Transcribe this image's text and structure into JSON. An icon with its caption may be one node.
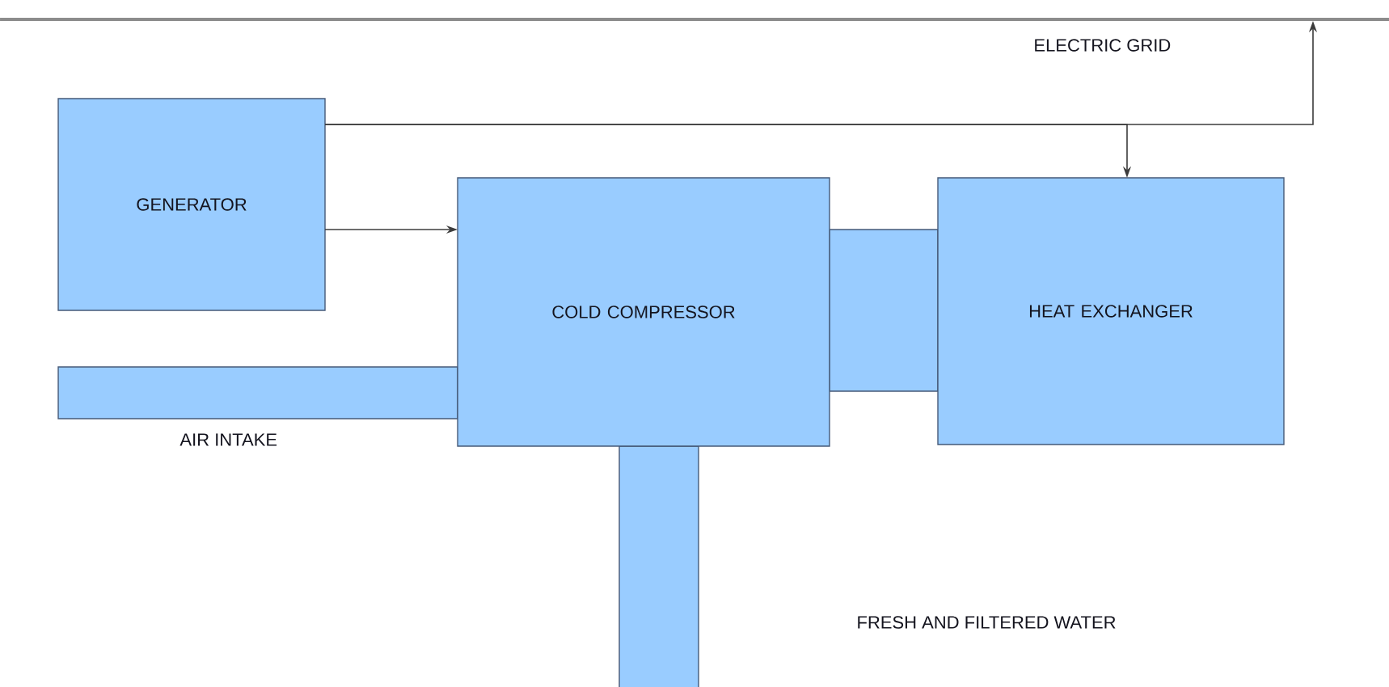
{
  "diagram": {
    "nodes": [
      {
        "text": [
          "GENERATOR"
        ]
      },
      {
        "text": [
          "COLD COMPRESSOR"
        ]
      },
      {
        "text": [
          "HEAT EXCHANGER"
        ]
      },
      {
        "text": [],
        "shape": "bar",
        "beside": [
          "ELECTRIC GRID"
        ]
      },
      {
        "text": [],
        "shape": "bar",
        "beside": [
          "AIR INTAKE"
        ]
      },
      {
        "text": [],
        "shape": "bar"
      },
      {
        "text": [],
        "shape": "bar"
      }
    ],
    "edges": [
      {
        "from": 0,
        "to": 1,
        "arrow": "to"
      },
      {
        "from": 0,
        "to": 3,
        "arrow": "to"
      },
      {
        "from": 0,
        "to": 2,
        "arrow": "to"
      }
    ],
    "labels": [
      "FRESH AND FILTERED WATER"
    ]
  }
}
